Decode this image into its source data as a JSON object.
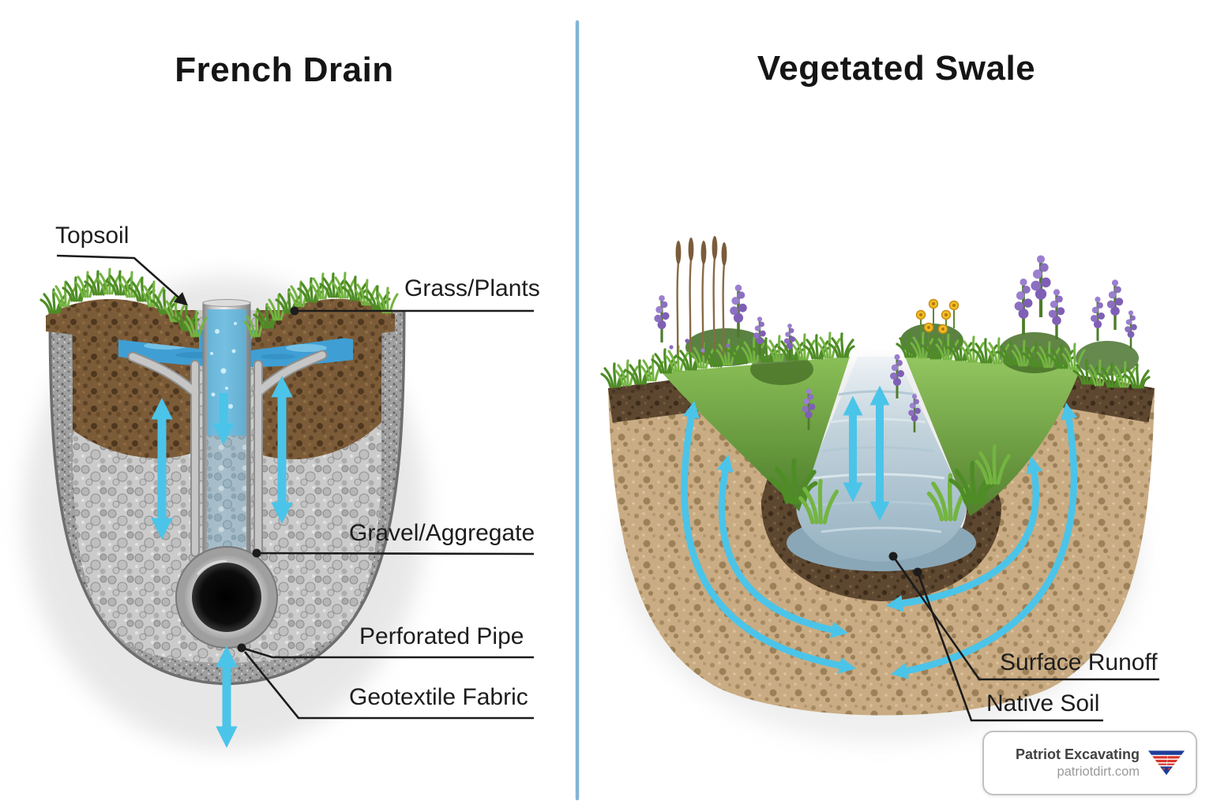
{
  "french_drain": {
    "title": "French Drain",
    "labels": {
      "topsoil": "Topsoil",
      "grass_plants": "Grass/Plants",
      "gravel_aggregate": "Gravel/Aggregate",
      "perforated_pipe": "Perforated Pipe",
      "geotextile_fabric": "Geotextile Fabric"
    }
  },
  "vegetated_swale": {
    "title": "Vegetated Swale",
    "labels": {
      "surface_runoff": "Surface Runoff",
      "native_soil": "Native Soil"
    }
  },
  "watermark": {
    "company": "Patriot Excavating",
    "website": "patriotdirt.com",
    "logo_icon": "striped-triangle-flag-icon"
  },
  "palette": {
    "divider_blue": "#84b4d6",
    "flow_arrow_cyan": "#4bc4e9",
    "leader_line_black": "#1c1c1c",
    "surface_water_blue": "#3f9fd4",
    "swale_water_gray_blue": "#b7cdd9",
    "topsoil_brown": "#7c5c38",
    "gravel_gray": "#cbcbcb",
    "native_soil_tan": "#c9ac83",
    "logo_blue": "#1d3d99",
    "logo_red": "#d8342c"
  }
}
